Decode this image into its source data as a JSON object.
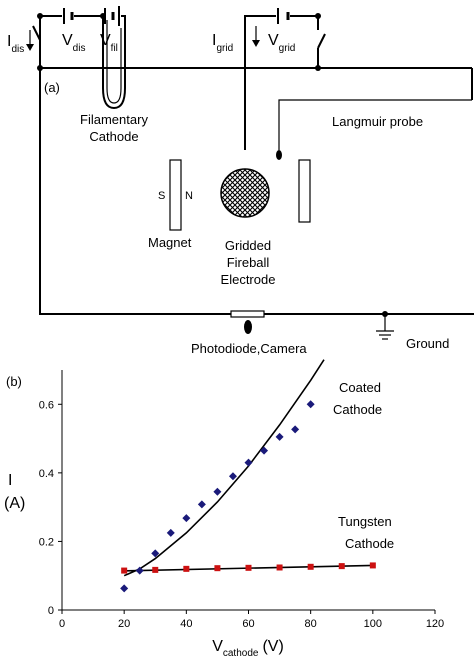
{
  "diagram": {
    "panel_label": "(a)",
    "sources": [
      {
        "symbol": "I",
        "subscript": "dis"
      },
      {
        "symbol": "V",
        "subscript": "dis"
      },
      {
        "symbol": "V",
        "subscript": "fil"
      },
      {
        "symbol": "I",
        "subscript": "grid"
      },
      {
        "symbol": "V",
        "subscript": "grid"
      }
    ],
    "filament_label": [
      "Filamentary",
      "Cathode"
    ],
    "probe_label": "Langmuir probe",
    "magnet_poles": [
      "S",
      "N"
    ],
    "magnet_label": "Magnet",
    "electrode_label": [
      "Gridded",
      "Fireball",
      "Electrode"
    ],
    "window_label": "Photodiode,Camera",
    "ground_label": "Ground"
  },
  "chart_data": {
    "type": "scatter",
    "panel_label": "(b)",
    "ylabel": {
      "symbol": "I",
      "unit": "(A)"
    },
    "xlabel": {
      "symbol": "V",
      "subscript": "cathode",
      "unit": "(V)"
    },
    "xlim": [
      0,
      120
    ],
    "ylim": [
      0,
      0.7
    ],
    "xticks": [
      "0",
      "20",
      "40",
      "60",
      "80",
      "100",
      "120"
    ],
    "yticks": [
      "0",
      "0.2",
      "0.4",
      "0.6"
    ],
    "grid": false,
    "series": [
      {
        "name": [
          "Coated",
          "Cathode"
        ],
        "color": "#1a1a7a",
        "marker": "diamond",
        "x": [
          20,
          25,
          30,
          35,
          40,
          45,
          50,
          55,
          60,
          65,
          70,
          75,
          80
        ],
        "y": [
          0.063,
          0.115,
          0.165,
          0.225,
          0.268,
          0.308,
          0.345,
          0.39,
          0.43,
          0.465,
          0.505,
          0.527,
          0.6
        ],
        "fit": {
          "x": [
            20,
            25,
            30,
            40,
            50,
            60,
            70,
            80,
            85
          ],
          "y": [
            0.1,
            0.12,
            0.15,
            0.225,
            0.315,
            0.42,
            0.54,
            0.67,
            0.74
          ]
        }
      },
      {
        "name": [
          "Tungsten",
          "Cathode"
        ],
        "color": "#cc1111",
        "marker": "square",
        "x": [
          20,
          30,
          40,
          50,
          60,
          70,
          80,
          90,
          100
        ],
        "y": [
          0.115,
          0.117,
          0.12,
          0.122,
          0.123,
          0.124,
          0.126,
          0.128,
          0.13
        ],
        "fit": {
          "x": [
            20,
            100
          ],
          "y": [
            0.114,
            0.13
          ]
        }
      }
    ]
  }
}
